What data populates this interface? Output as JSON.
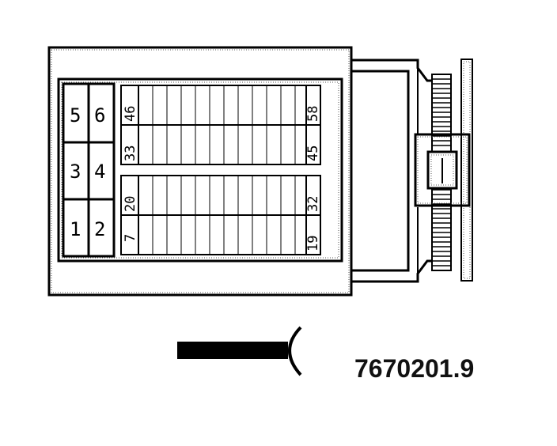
{
  "diagram": {
    "part_number": "7670201.9",
    "large_cells": [
      "5",
      "6",
      "3",
      "4",
      "1",
      "2"
    ],
    "pin_labels": {
      "upper_row1_start": "46",
      "upper_row1_end": "58",
      "upper_row2_start": "33",
      "upper_row2_end": "45",
      "lower_row1_start": "20",
      "lower_row1_end": "32",
      "lower_row2_start": "7",
      "lower_row2_end": "19"
    },
    "colors": {
      "line": "#000000",
      "dotted": "#555555",
      "background": "#ffffff"
    }
  }
}
